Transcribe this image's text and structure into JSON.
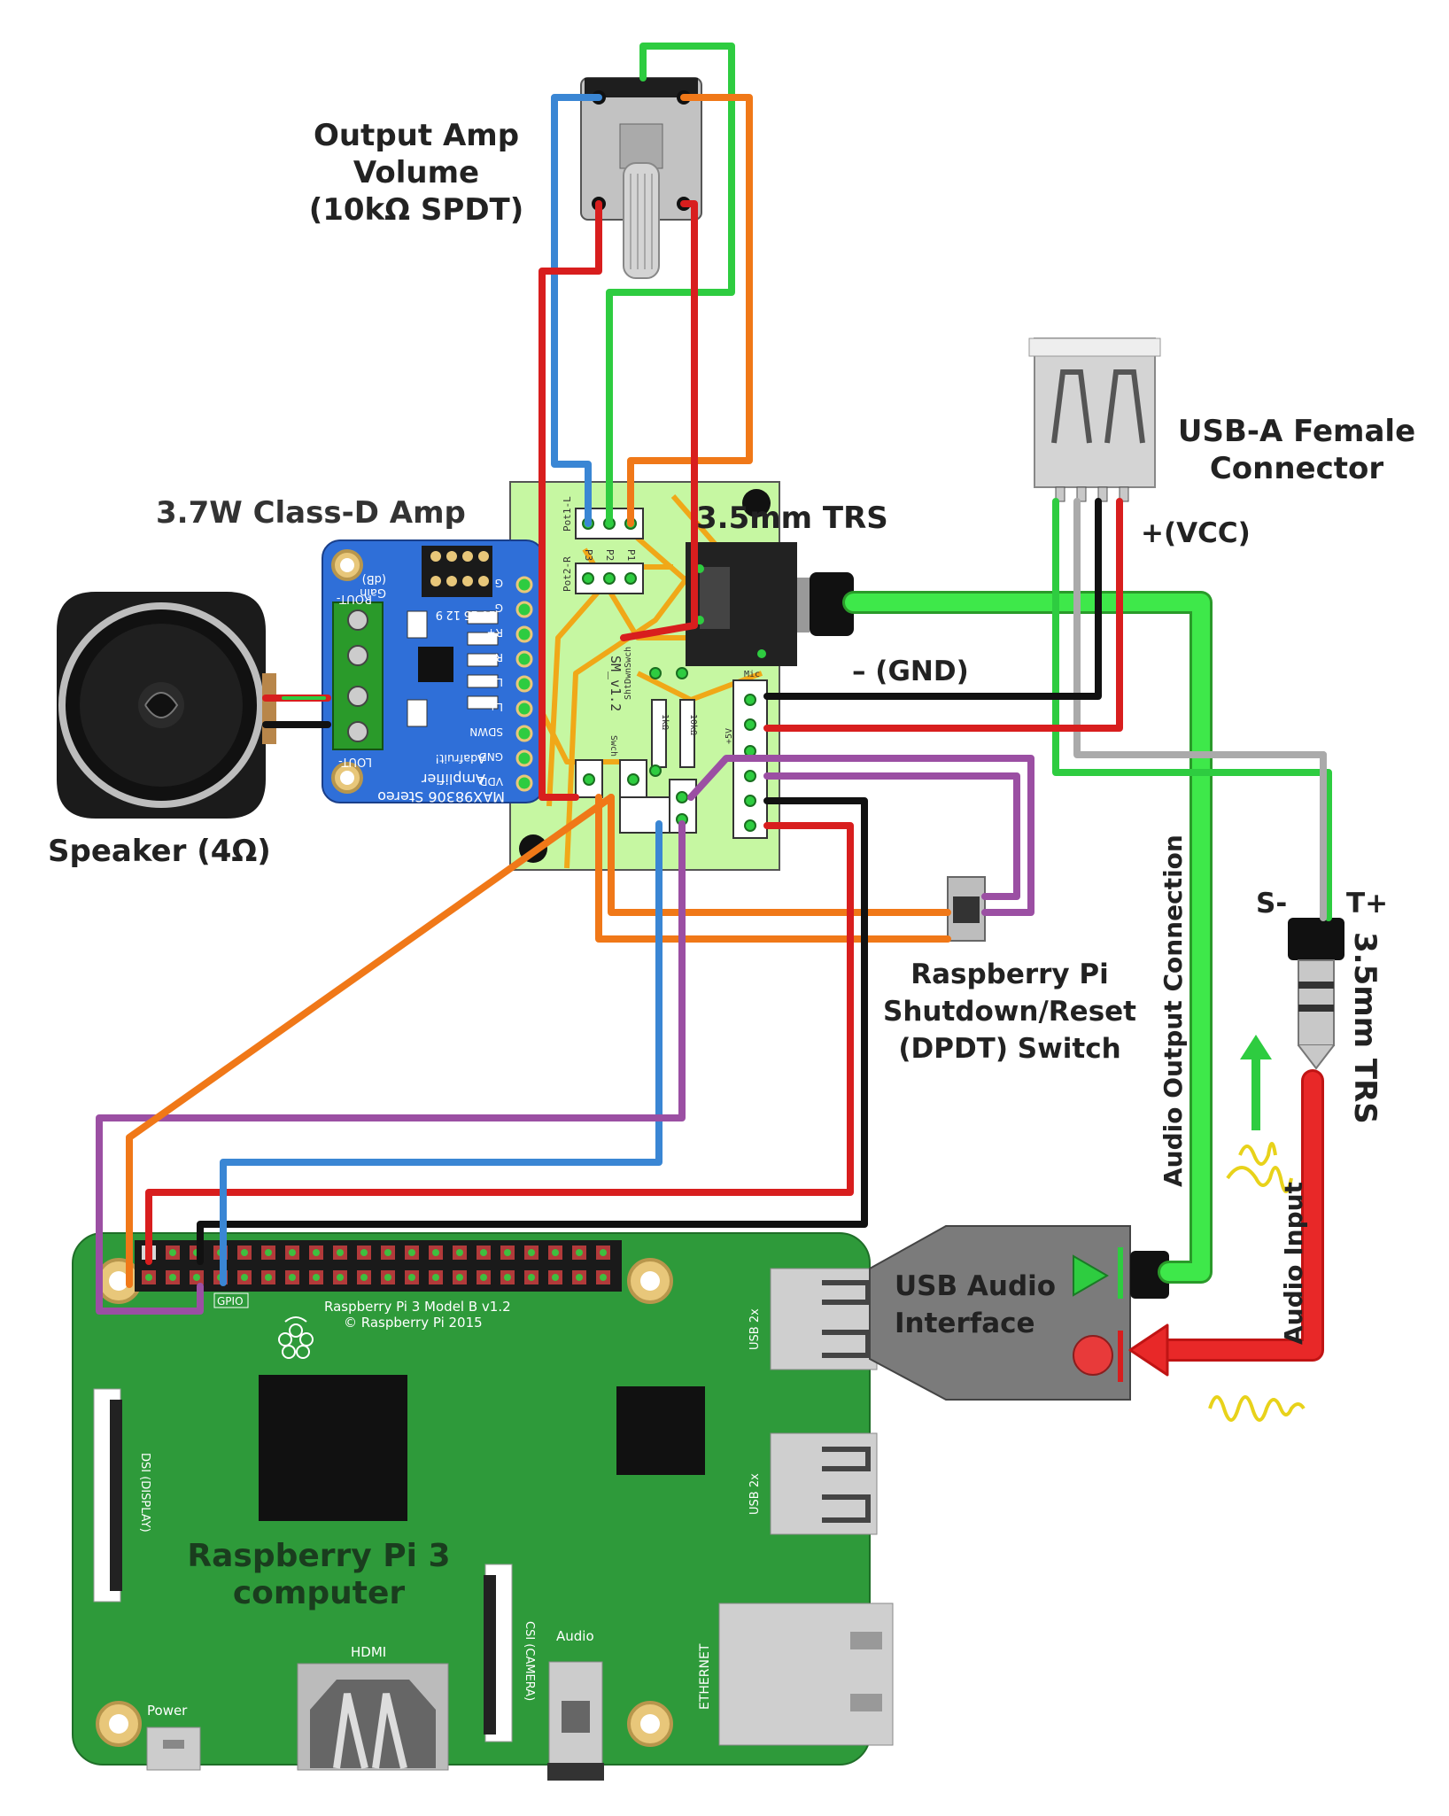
{
  "labels": {
    "pot": [
      "Output Amp",
      "Volume",
      "(10kΩ SPDT)"
    ],
    "amp": "3.7W Class-D Amp",
    "speaker": "Speaker (4Ω)",
    "trs_panel": "3.5mm TRS",
    "usb_female": [
      "USB-A Female",
      "Connector"
    ],
    "vcc": "+(VCC)",
    "gnd": "– (GND)",
    "switch": [
      "Raspberry Pi",
      "Shutdown/Reset",
      "(DPDT) Switch"
    ],
    "audio_output_connection": "Audio Output Connection",
    "audio_input": "Audio Input",
    "trs_plug": "3.5mm TRS",
    "sleeve": "S-",
    "tip": "T+",
    "usb_audio": [
      "USB Audio",
      "Interface"
    ],
    "pi": [
      "Raspberry Pi 3",
      "computer"
    ]
  },
  "amp_board": {
    "pins": [
      "G",
      "G",
      "R+",
      "R-",
      "L-",
      "L+",
      "SDWN",
      "GND",
      "VDD"
    ],
    "top_labels": [
      "Gain",
      "(dB)",
      "9",
      "12",
      "15",
      "18"
    ],
    "outputs": [
      "ROUT-",
      "LOUT-"
    ],
    "text": [
      "MAX98306 Stereo",
      "Amplifier",
      "Adafruit!"
    ]
  },
  "perfboard": {
    "labels": [
      "Pot1-L",
      "Pot2-R",
      "P3",
      "P2",
      "P1",
      "SM_v1.2",
      "ShtDwnSwch",
      "Swch",
      "Mic",
      "+5V",
      "1kΩ",
      "10kΩ"
    ]
  },
  "pi_board": {
    "model": "Raspberry Pi 3 Model B v1.2",
    "copyright": "© Raspberry Pi 2015",
    "gpio": "GPIO",
    "usb1": "USB 2x",
    "usb2": "USB 2x",
    "dsi": "DSI (DISPLAY)",
    "csi": "CSI (CAMERA)",
    "hdmi": "HDMI",
    "power": "Power",
    "audio": "Audio",
    "ethernet": "ETHERNET"
  },
  "colors": {
    "red": "#d81e1e",
    "green": "#2ecc40",
    "blue": "#3a86d4",
    "orange": "#f07818",
    "purple": "#9b4fa3",
    "black": "#111111",
    "pi_green": "#2e9a3a",
    "amp_blue": "#2f6fd8",
    "perf_green": "#c6f7a2"
  }
}
